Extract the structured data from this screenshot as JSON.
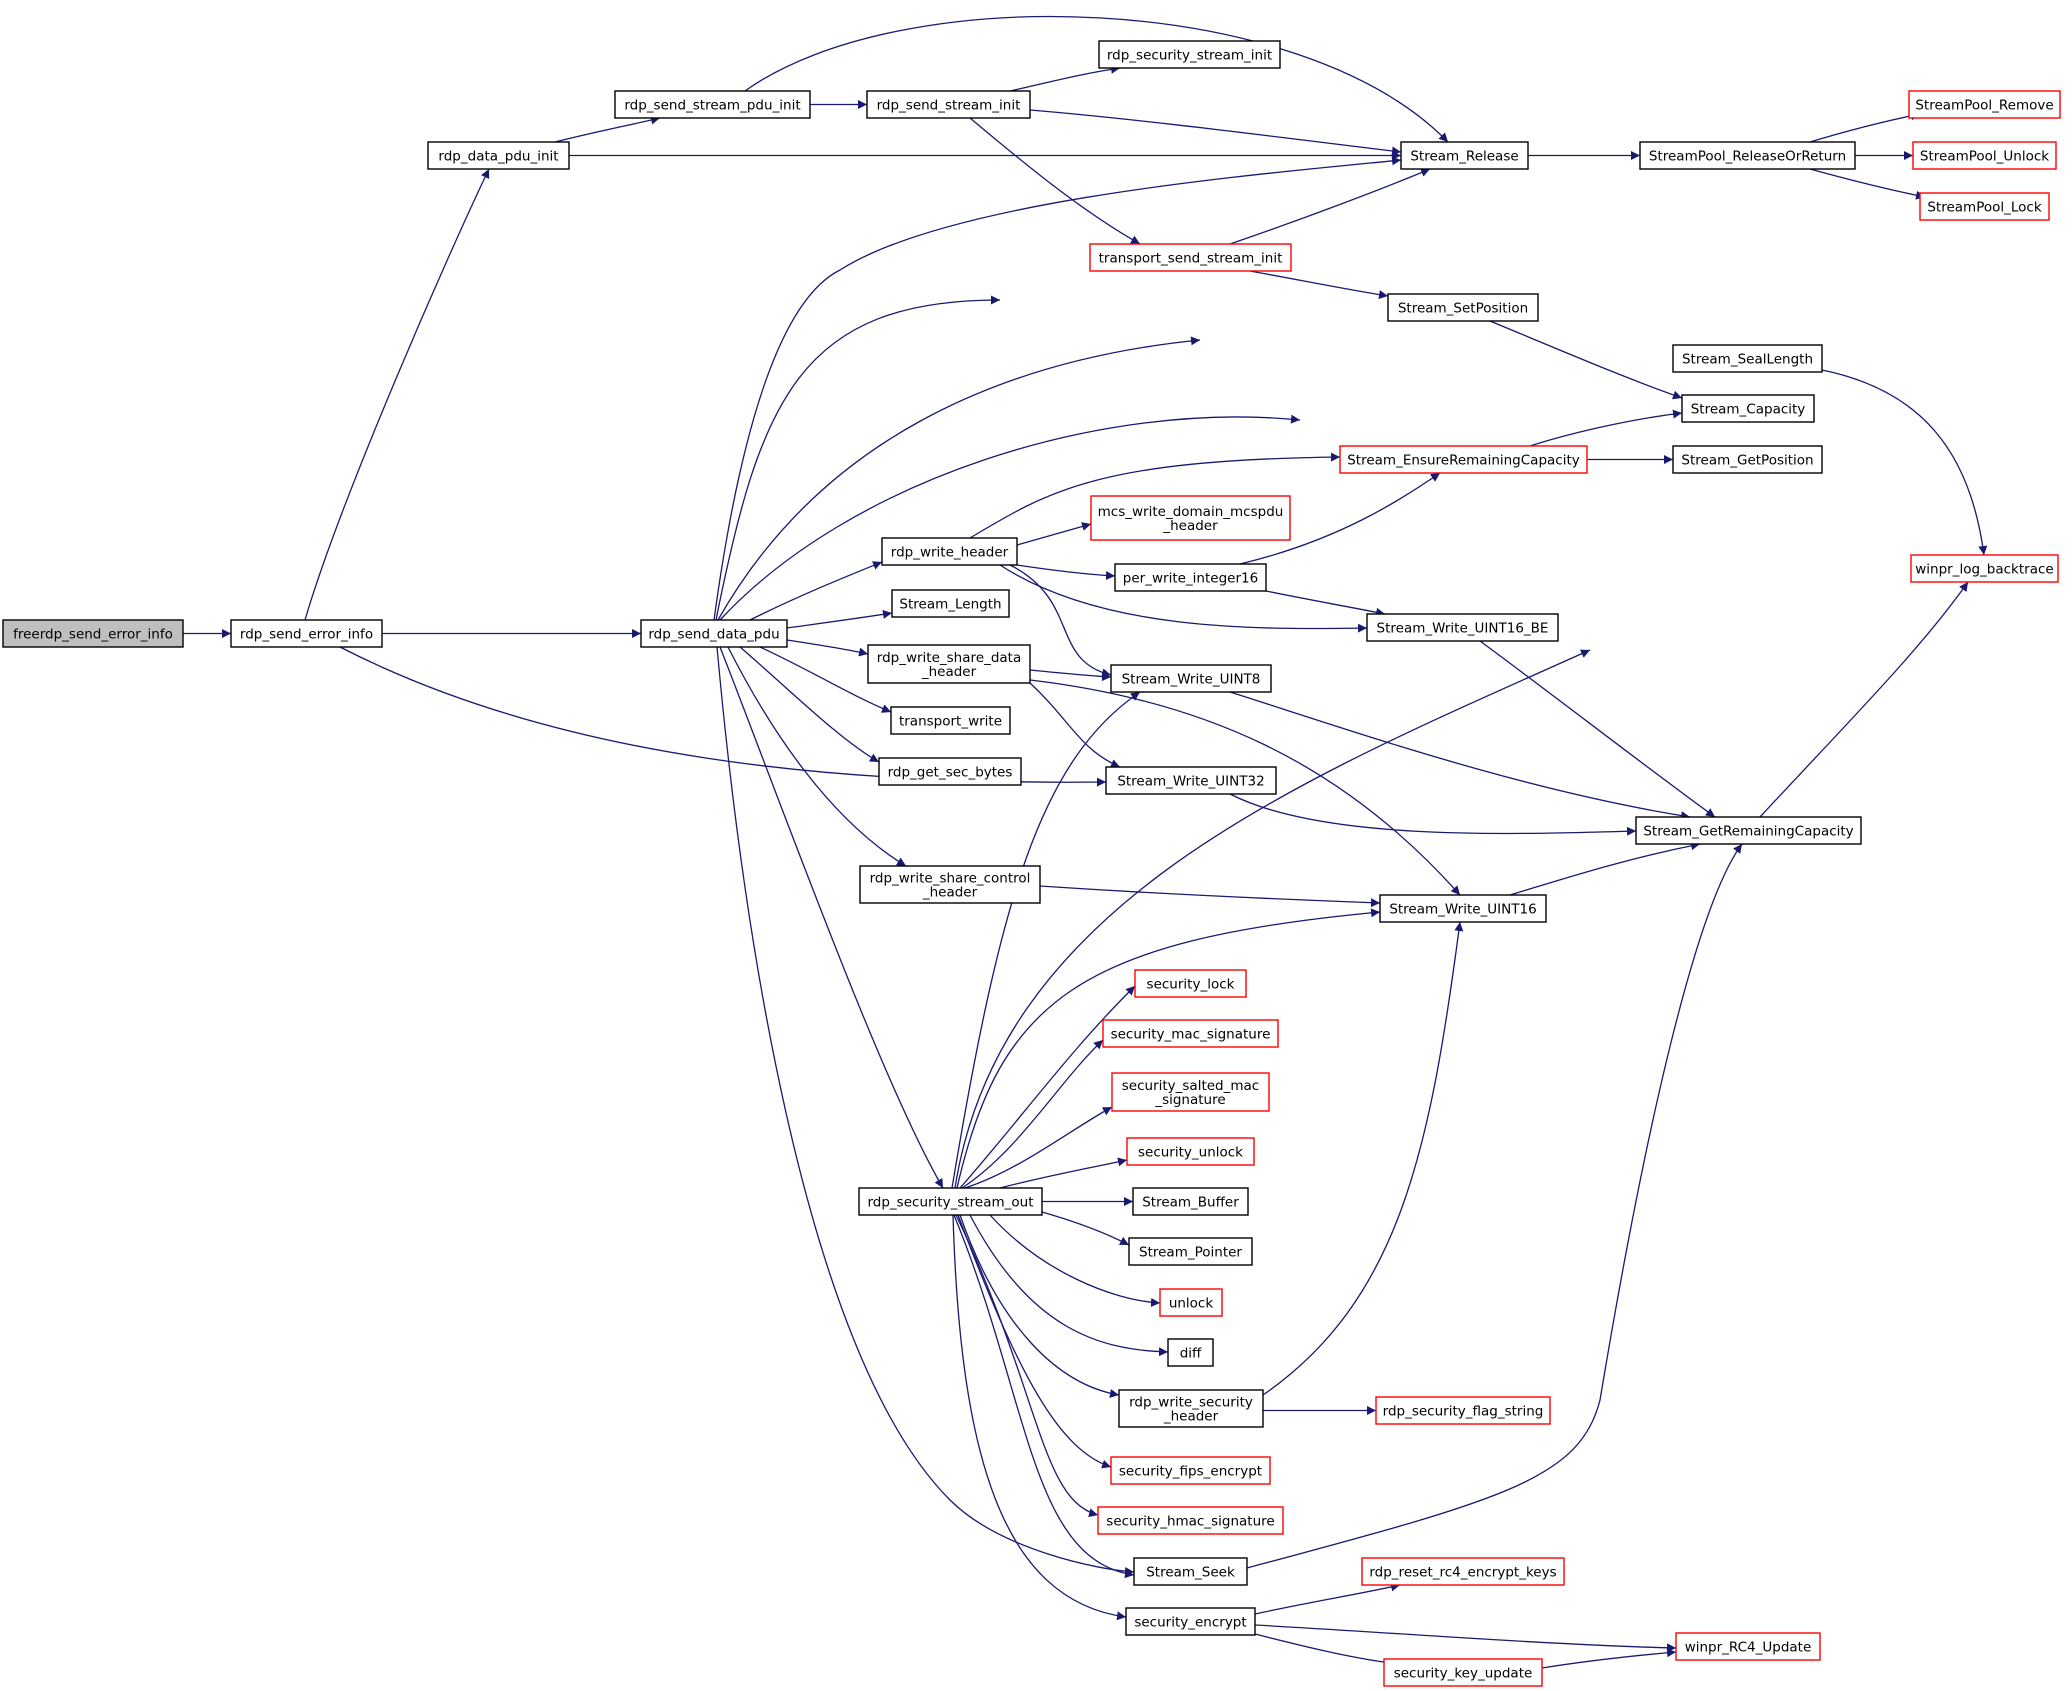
{
  "graph": {
    "nodes": [
      {
        "id": "freerdp_send_error_info",
        "lines": [
          "freerdp_send_error_info"
        ],
        "kind": "root"
      },
      {
        "id": "rdp_send_error_info",
        "lines": [
          "rdp_send_error_info"
        ],
        "kind": "normal"
      },
      {
        "id": "rdp_data_pdu_init",
        "lines": [
          "rdp_data_pdu_init"
        ],
        "kind": "normal"
      },
      {
        "id": "rdp_send_stream_pdu_init",
        "lines": [
          "rdp_send_stream_pdu_init"
        ],
        "kind": "normal"
      },
      {
        "id": "rdp_send_stream_init",
        "lines": [
          "rdp_send_stream_init"
        ],
        "kind": "normal"
      },
      {
        "id": "rdp_security_stream_init",
        "lines": [
          "rdp_security_stream_init"
        ],
        "kind": "normal"
      },
      {
        "id": "Stream_Release",
        "lines": [
          "Stream_Release"
        ],
        "kind": "normal"
      },
      {
        "id": "StreamPool_ReleaseOrReturn",
        "lines": [
          "StreamPool_ReleaseOrReturn"
        ],
        "kind": "normal"
      },
      {
        "id": "StreamPool_Remove",
        "lines": [
          "StreamPool_Remove"
        ],
        "kind": "truncated"
      },
      {
        "id": "StreamPool_Unlock",
        "lines": [
          "StreamPool_Unlock"
        ],
        "kind": "truncated"
      },
      {
        "id": "StreamPool_Lock",
        "lines": [
          "StreamPool_Lock"
        ],
        "kind": "truncated"
      },
      {
        "id": "transport_send_stream_init",
        "lines": [
          "transport_send_stream_init"
        ],
        "kind": "truncated"
      },
      {
        "id": "Stream_SetPosition",
        "lines": [
          "Stream_SetPosition"
        ],
        "kind": "normal"
      },
      {
        "id": "Stream_SealLength",
        "lines": [
          "Stream_SealLength"
        ],
        "kind": "normal"
      },
      {
        "id": "Stream_Capacity",
        "lines": [
          "Stream_Capacity"
        ],
        "kind": "normal"
      },
      {
        "id": "Stream_EnsureRemainingCapacity",
        "lines": [
          "Stream_EnsureRemainingCapacity"
        ],
        "kind": "truncated"
      },
      {
        "id": "Stream_GetPosition",
        "lines": [
          "Stream_GetPosition"
        ],
        "kind": "normal"
      },
      {
        "id": "mcs_write_domain_mcspdu_header",
        "lines": [
          "mcs_write_domain_mcspdu",
          "_header"
        ],
        "kind": "truncated"
      },
      {
        "id": "winpr_log_backtrace",
        "lines": [
          "winpr_log_backtrace"
        ],
        "kind": "truncated"
      },
      {
        "id": "rdp_write_header",
        "lines": [
          "rdp_write_header"
        ],
        "kind": "normal"
      },
      {
        "id": "per_write_integer16",
        "lines": [
          "per_write_integer16"
        ],
        "kind": "normal"
      },
      {
        "id": "rdp_send_data_pdu",
        "lines": [
          "rdp_send_data_pdu"
        ],
        "kind": "normal"
      },
      {
        "id": "Stream_Length",
        "lines": [
          "Stream_Length"
        ],
        "kind": "normal"
      },
      {
        "id": "Stream_Write_UINT16_BE",
        "lines": [
          "Stream_Write_UINT16_BE"
        ],
        "kind": "normal"
      },
      {
        "id": "rdp_write_share_data_header",
        "lines": [
          "rdp_write_share_data",
          "_header"
        ],
        "kind": "normal"
      },
      {
        "id": "Stream_Write_UINT8",
        "lines": [
          "Stream_Write_UINT8"
        ],
        "kind": "normal"
      },
      {
        "id": "transport_write",
        "lines": [
          "transport_write"
        ],
        "kind": "normal"
      },
      {
        "id": "rdp_get_sec_bytes",
        "lines": [
          "rdp_get_sec_bytes"
        ],
        "kind": "normal"
      },
      {
        "id": "Stream_Write_UINT32",
        "lines": [
          "Stream_Write_UINT32"
        ],
        "kind": "normal"
      },
      {
        "id": "Stream_GetRemainingCapacity",
        "lines": [
          "Stream_GetRemainingCapacity"
        ],
        "kind": "normal"
      },
      {
        "id": "rdp_write_share_control_header",
        "lines": [
          "rdp_write_share_control",
          "_header"
        ],
        "kind": "normal"
      },
      {
        "id": "Stream_Write_UINT16",
        "lines": [
          "Stream_Write_UINT16"
        ],
        "kind": "normal"
      },
      {
        "id": "security_lock",
        "lines": [
          "security_lock"
        ],
        "kind": "truncated"
      },
      {
        "id": "security_mac_signature",
        "lines": [
          "security_mac_signature"
        ],
        "kind": "truncated"
      },
      {
        "id": "security_salted_mac_signature",
        "lines": [
          "security_salted_mac",
          "_signature"
        ],
        "kind": "truncated"
      },
      {
        "id": "security_unlock",
        "lines": [
          "security_unlock"
        ],
        "kind": "truncated"
      },
      {
        "id": "rdp_security_stream_out",
        "lines": [
          "rdp_security_stream_out"
        ],
        "kind": "normal"
      },
      {
        "id": "Stream_Buffer",
        "lines": [
          "Stream_Buffer"
        ],
        "kind": "normal"
      },
      {
        "id": "Stream_Pointer",
        "lines": [
          "Stream_Pointer"
        ],
        "kind": "normal"
      },
      {
        "id": "unlock",
        "lines": [
          "unlock"
        ],
        "kind": "truncated"
      },
      {
        "id": "diff",
        "lines": [
          "diff"
        ],
        "kind": "normal"
      },
      {
        "id": "rdp_write_security_header",
        "lines": [
          "rdp_write_security",
          "_header"
        ],
        "kind": "normal"
      },
      {
        "id": "rdp_security_flag_string",
        "lines": [
          "rdp_security_flag_string"
        ],
        "kind": "truncated"
      },
      {
        "id": "security_fips_encrypt",
        "lines": [
          "security_fips_encrypt"
        ],
        "kind": "truncated"
      },
      {
        "id": "security_hmac_signature",
        "lines": [
          "security_hmac_signature"
        ],
        "kind": "truncated"
      },
      {
        "id": "Stream_Seek",
        "lines": [
          "Stream_Seek"
        ],
        "kind": "normal"
      },
      {
        "id": "rdp_reset_rc4_encrypt_keys",
        "lines": [
          "rdp_reset_rc4_encrypt_keys"
        ],
        "kind": "truncated"
      },
      {
        "id": "security_encrypt",
        "lines": [
          "security_encrypt"
        ],
        "kind": "normal"
      },
      {
        "id": "winpr_RC4_Update",
        "lines": [
          "winpr_RC4_Update"
        ],
        "kind": "truncated"
      },
      {
        "id": "security_key_update",
        "lines": [
          "security_key_update"
        ],
        "kind": "truncated"
      }
    ],
    "edges": [
      [
        "freerdp_send_error_info",
        "rdp_send_error_info"
      ],
      [
        "rdp_send_error_info",
        "rdp_data_pdu_init"
      ],
      [
        "rdp_send_error_info",
        "rdp_send_data_pdu"
      ],
      [
        "rdp_send_error_info",
        "Stream_Write_UINT32"
      ],
      [
        "rdp_data_pdu_init",
        "rdp_send_stream_pdu_init"
      ],
      [
        "rdp_data_pdu_init",
        "Stream_Release"
      ],
      [
        "rdp_send_stream_pdu_init",
        "rdp_send_stream_init"
      ],
      [
        "rdp_send_stream_pdu_init",
        "Stream_Release"
      ],
      [
        "rdp_send_stream_init",
        "rdp_security_stream_init"
      ],
      [
        "rdp_send_stream_init",
        "Stream_Release"
      ],
      [
        "rdp_send_stream_init",
        "transport_send_stream_init"
      ],
      [
        "transport_send_stream_init",
        "Stream_Release"
      ],
      [
        "transport_send_stream_init",
        "Stream_SetPosition"
      ],
      [
        "Stream_Release",
        "StreamPool_ReleaseOrReturn"
      ],
      [
        "StreamPool_ReleaseOrReturn",
        "StreamPool_Remove"
      ],
      [
        "StreamPool_ReleaseOrReturn",
        "StreamPool_Unlock"
      ],
      [
        "StreamPool_ReleaseOrReturn",
        "StreamPool_Lock"
      ],
      [
        "Stream_SetPosition",
        "Stream_Capacity"
      ],
      [
        "Stream_SealLength",
        "winpr_log_backtrace"
      ],
      [
        "Stream_EnsureRemainingCapacity",
        "Stream_Capacity"
      ],
      [
        "Stream_EnsureRemainingCapacity",
        "Stream_GetPosition"
      ],
      [
        "rdp_send_data_pdu",
        "Stream_Release"
      ],
      [
        "rdp_send_data_pdu",
        "Stream_SetPosition"
      ],
      [
        "rdp_send_data_pdu",
        "Stream_SealLength"
      ],
      [
        "rdp_send_data_pdu",
        "Stream_GetPosition"
      ],
      [
        "rdp_send_data_pdu",
        "rdp_write_header"
      ],
      [
        "rdp_send_data_pdu",
        "Stream_Length"
      ],
      [
        "rdp_send_data_pdu",
        "rdp_write_share_data_header"
      ],
      [
        "rdp_send_data_pdu",
        "transport_write"
      ],
      [
        "rdp_send_data_pdu",
        "rdp_get_sec_bytes"
      ],
      [
        "rdp_send_data_pdu",
        "rdp_write_share_control_header"
      ],
      [
        "rdp_send_data_pdu",
        "rdp_security_stream_out"
      ],
      [
        "rdp_send_data_pdu",
        "Stream_Seek"
      ],
      [
        "rdp_write_header",
        "Stream_EnsureRemainingCapacity"
      ],
      [
        "rdp_write_header",
        "mcs_write_domain_mcspdu_header"
      ],
      [
        "rdp_write_header",
        "per_write_integer16"
      ],
      [
        "rdp_write_header",
        "Stream_Write_UINT16_BE"
      ],
      [
        "rdp_write_header",
        "Stream_Write_UINT8"
      ],
      [
        "per_write_integer16",
        "Stream_EnsureRemainingCapacity"
      ],
      [
        "per_write_integer16",
        "Stream_Write_UINT16_BE"
      ],
      [
        "Stream_Write_UINT16_BE",
        "Stream_GetRemainingCapacity"
      ],
      [
        "rdp_write_share_data_header",
        "Stream_Write_UINT8"
      ],
      [
        "rdp_write_share_data_header",
        "Stream_Write_UINT32"
      ],
      [
        "rdp_write_share_data_header",
        "Stream_Write_UINT16"
      ],
      [
        "Stream_Write_UINT8",
        "Stream_GetRemainingCapacity"
      ],
      [
        "Stream_Write_UINT32",
        "Stream_GetRemainingCapacity"
      ],
      [
        "rdp_write_share_control_header",
        "Stream_Write_UINT16"
      ],
      [
        "Stream_Write_UINT16",
        "Stream_GetRemainingCapacity"
      ],
      [
        "Stream_GetRemainingCapacity",
        "winpr_log_backtrace"
      ],
      [
        "rdp_security_stream_out",
        "Stream_GetPosition"
      ],
      [
        "rdp_security_stream_out",
        "Stream_Write_UINT8"
      ],
      [
        "rdp_security_stream_out",
        "Stream_Write_UINT16"
      ],
      [
        "rdp_security_stream_out",
        "security_lock"
      ],
      [
        "rdp_security_stream_out",
        "security_mac_signature"
      ],
      [
        "rdp_security_stream_out",
        "security_salted_mac_signature"
      ],
      [
        "rdp_security_stream_out",
        "security_unlock"
      ],
      [
        "rdp_security_stream_out",
        "Stream_Buffer"
      ],
      [
        "rdp_security_stream_out",
        "Stream_Pointer"
      ],
      [
        "rdp_security_stream_out",
        "unlock"
      ],
      [
        "rdp_security_stream_out",
        "diff"
      ],
      [
        "rdp_security_stream_out",
        "rdp_write_security_header"
      ],
      [
        "rdp_security_stream_out",
        "security_fips_encrypt"
      ],
      [
        "rdp_security_stream_out",
        "security_hmac_signature"
      ],
      [
        "rdp_security_stream_out",
        "Stream_Seek"
      ],
      [
        "rdp_security_stream_out",
        "security_encrypt"
      ],
      [
        "rdp_write_security_header",
        "Stream_Write_UINT16"
      ],
      [
        "rdp_write_security_header",
        "rdp_security_flag_string"
      ],
      [
        "Stream_Seek",
        "Stream_GetRemainingCapacity"
      ],
      [
        "security_encrypt",
        "rdp_reset_rc4_encrypt_keys"
      ],
      [
        "security_encrypt",
        "winpr_RC4_Update"
      ],
      [
        "security_encrypt",
        "security_key_update"
      ],
      [
        "security_key_update",
        "winpr_RC4_Update"
      ]
    ]
  },
  "colors": {
    "edge": "#191970",
    "normal_border": "#000000",
    "truncated_border": "#ff0000",
    "root_fill": "#bfbfbf",
    "node_fill": "#ffffff"
  }
}
